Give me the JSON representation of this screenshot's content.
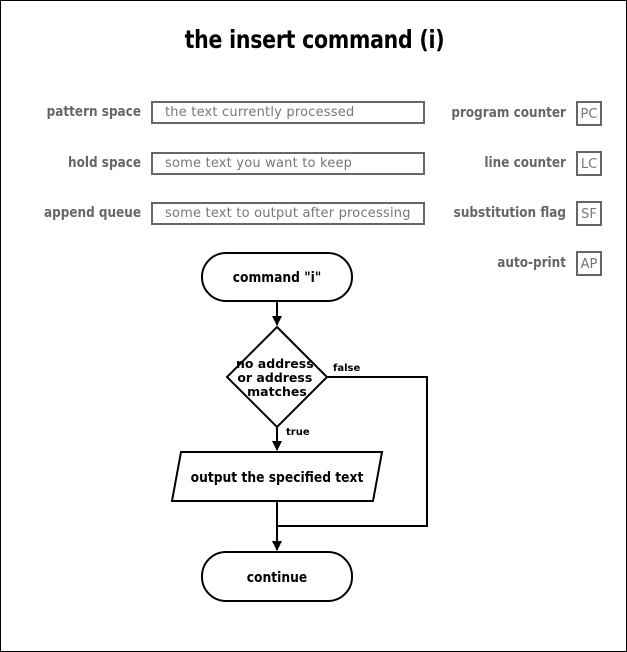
{
  "title": "the insert command (i)",
  "registers_left": [
    {
      "label": "pattern space",
      "value": "the text currently processed"
    },
    {
      "label": "hold space",
      "value": "some text you want to keep"
    },
    {
      "label": "append queue",
      "value": "some text to output after processing"
    }
  ],
  "registers_right": [
    {
      "label": "program counter",
      "abbr": "PC"
    },
    {
      "label": "line counter",
      "abbr": "LC"
    },
    {
      "label": "substitution flag",
      "abbr": "SF"
    },
    {
      "label": "auto-print",
      "abbr": "AP"
    }
  ],
  "flow": {
    "start": "command \"i\"",
    "decision": [
      "no address",
      "or address",
      "matches"
    ],
    "false_label": "false",
    "true_label": "true",
    "action": "output the specified text",
    "end": "continue"
  }
}
